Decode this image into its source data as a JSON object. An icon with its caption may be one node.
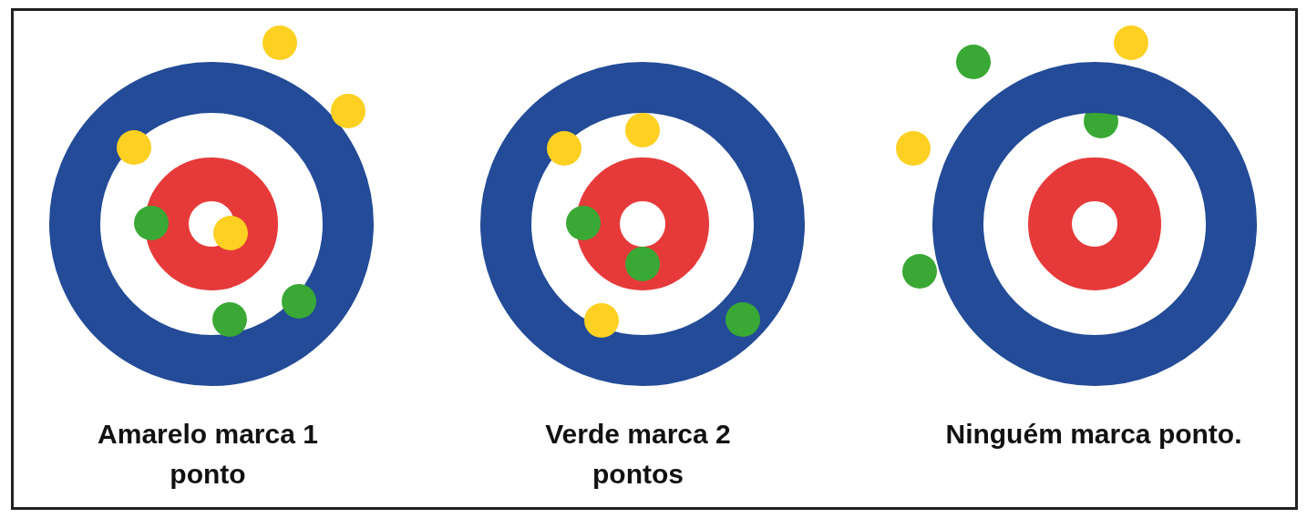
{
  "diagram": {
    "labels": [
      "Amarelo marca 1 ponto",
      "Verde marca 2 pontos",
      "Ninguém marca ponto."
    ]
  }
}
